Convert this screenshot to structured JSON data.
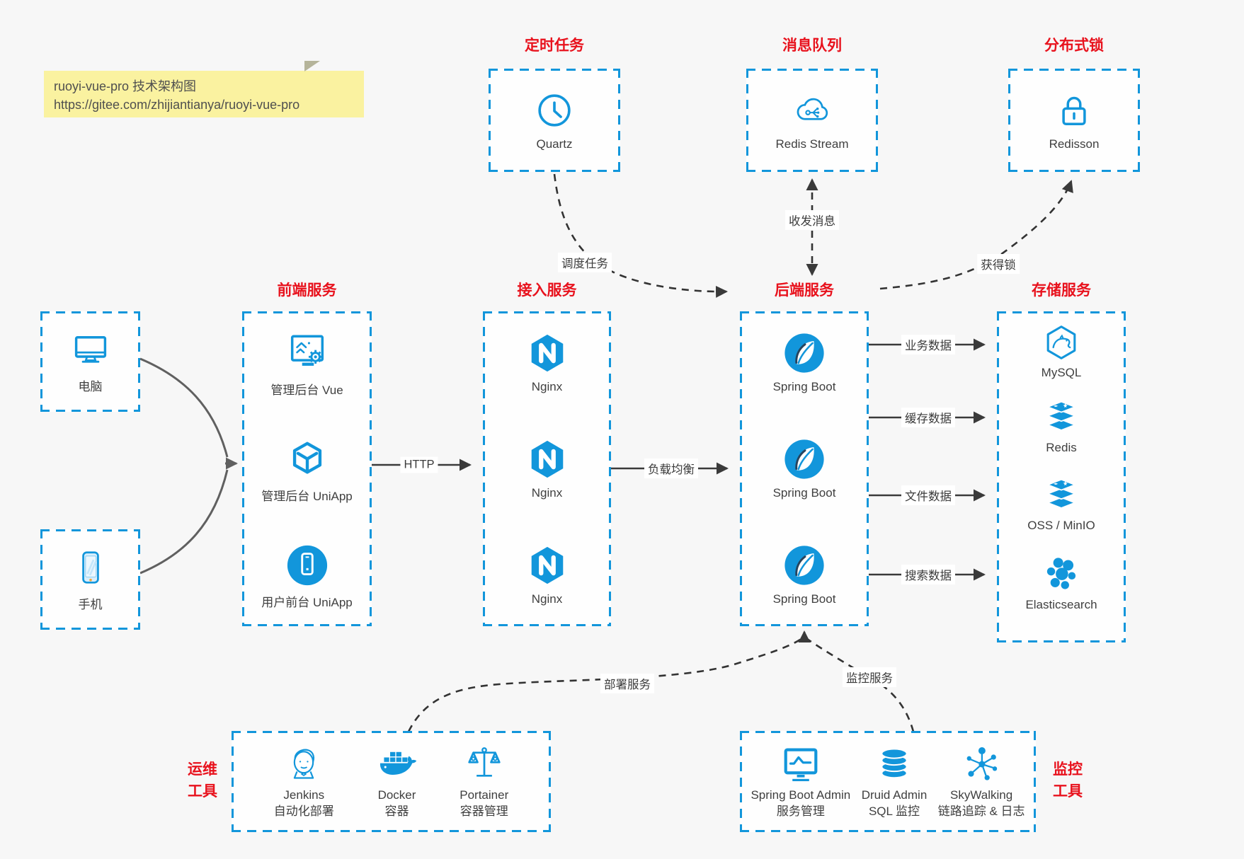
{
  "page": {
    "background": "#f7f7f7"
  },
  "note": {
    "line1": "ruoyi-vue-pro 技术架构图",
    "line2": "https://gitee.com/zhijiantianya/ruoyi-vue-pro"
  },
  "colors": {
    "accent_blue": "#1296db",
    "title_red": "#e8121d",
    "arrow_dark": "#3a3a3a",
    "client_arrow_gray": "#606060",
    "note_bg": "#faf2a0",
    "box_bg": "#ffffff"
  },
  "top_groups": [
    {
      "title": "定时任务",
      "item": {
        "icon": "clock-icon",
        "label": "Quartz"
      }
    },
    {
      "title": "消息队列",
      "item": {
        "icon": "message-cloud-icon",
        "label": "Redis Stream"
      }
    },
    {
      "title": "分布式锁",
      "item": {
        "icon": "lock-icon",
        "label": "Redisson"
      }
    }
  ],
  "clients": [
    {
      "icon": "computer-icon",
      "label": "电脑"
    },
    {
      "icon": "phone-icon",
      "label": "手机"
    }
  ],
  "columns": [
    {
      "title": "前端服务",
      "items": [
        {
          "icon": "admin-vue-icon",
          "label": "管理后台 Vue"
        },
        {
          "icon": "uniapp-cube-icon",
          "label": "管理后台 UniApp"
        },
        {
          "icon": "user-uniapp-icon",
          "label": "用户前台 UniApp"
        }
      ]
    },
    {
      "title": "接入服务",
      "items": [
        {
          "icon": "nginx-icon",
          "label": "Nginx"
        },
        {
          "icon": "nginx-icon",
          "label": "Nginx"
        },
        {
          "icon": "nginx-icon",
          "label": "Nginx"
        }
      ]
    },
    {
      "title": "后端服务",
      "items": [
        {
          "icon": "spring-boot-icon",
          "label": "Spring Boot"
        },
        {
          "icon": "spring-boot-icon",
          "label": "Spring Boot"
        },
        {
          "icon": "spring-boot-icon",
          "label": "Spring Boot"
        }
      ]
    },
    {
      "title": "存储服务",
      "items": [
        {
          "icon": "mysql-icon",
          "label": "MySQL"
        },
        {
          "icon": "redis-stack-icon",
          "label": "Redis"
        },
        {
          "icon": "storage-stack-icon",
          "label": "OSS / MinIO"
        },
        {
          "icon": "elasticsearch-icon",
          "label": "Elasticsearch"
        }
      ]
    }
  ],
  "edges": {
    "http": "HTTP",
    "load_balance": "负载均衡",
    "business_data": "业务数据",
    "cache_data": "缓存数据",
    "file_data": "文件数据",
    "search_data": "搜索数据",
    "schedule": "调度任务",
    "message": "收发消息",
    "lock": "获得锁",
    "deploy": "部署服务",
    "monitor": "监控服务"
  },
  "bottom_groups": [
    {
      "title_line1": "运维",
      "title_line2": "工具",
      "items": [
        {
          "icon": "jenkins-icon",
          "label": "Jenkins",
          "sub": "自动化部署"
        },
        {
          "icon": "docker-icon",
          "label": "Docker",
          "sub": "容器"
        },
        {
          "icon": "portainer-icon",
          "label": "Portainer",
          "sub": "容器管理"
        }
      ]
    },
    {
      "title_line1": "监控",
      "title_line2": "工具",
      "items": [
        {
          "icon": "spring-boot-admin-icon",
          "label": "Spring Boot Admin",
          "sub": "服务管理"
        },
        {
          "icon": "druid-icon",
          "label": "Druid Admin",
          "sub": "SQL 监控"
        },
        {
          "icon": "skywalking-icon",
          "label": "SkyWalking",
          "sub": "链路追踪 & 日志"
        }
      ]
    }
  ]
}
